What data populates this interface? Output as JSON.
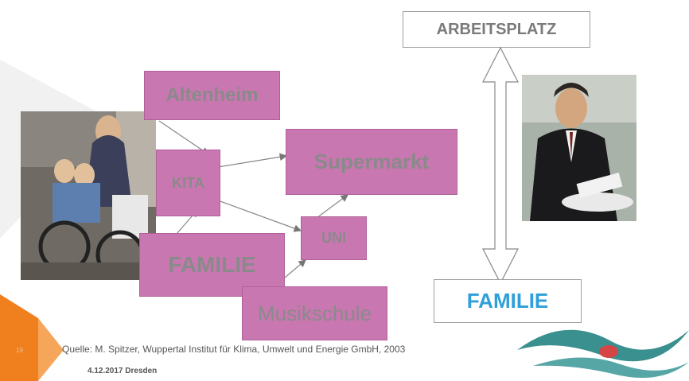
{
  "slide": {
    "number": "19",
    "source": "Quelle: M. Spitzer, Wuppertal Institut für Klima, Umwelt und Energie GmbH, 2003",
    "date_place": "4.12.2017 Dresden"
  },
  "boxes": {
    "altenheim": "Altenheim",
    "kita": "KITA",
    "supermarkt": "Supermarkt",
    "uni": "UNI",
    "familie_left": "FAMILIE",
    "musikschule": "Musikschule"
  },
  "right": {
    "arbeitsplatz": "ARBEITSPLATZ",
    "familie": "FAMILIE"
  },
  "colors": {
    "box_fill": "#c977b1",
    "box_text": "#8a8a8a",
    "familie_blue": "#2e9fd8",
    "accent_orange": "#f07f1e",
    "logo_teal": "#3a8f8f",
    "logo_red": "#d64545"
  }
}
